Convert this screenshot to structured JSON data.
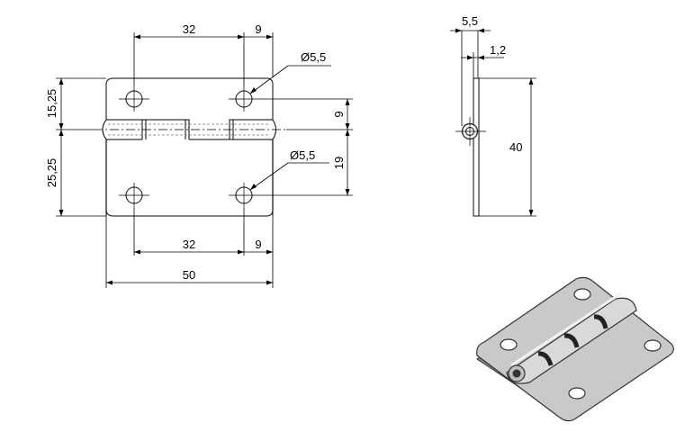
{
  "front_view": {
    "hole_spacing_top": "32",
    "edge_offset_top": "9",
    "hole_diameter_top": "Ø5,5",
    "upper_leaf_height": "15,25",
    "lower_leaf_height": "25,25",
    "pin_to_hole_upper": "9",
    "pin_to_hole_lower": "19",
    "hole_diameter_lower": "Ø5,5",
    "hole_spacing_bottom": "32",
    "edge_offset_bottom": "9",
    "overall_width": "50"
  },
  "side_view": {
    "knuckle_diameter": "5,5",
    "leaf_thickness": "1,2",
    "overall_height": "40"
  },
  "iso_view": {
    "steel_color": "#c9c9c9",
    "shadow_color": "#8a8a8a",
    "dark_color": "#333333"
  }
}
